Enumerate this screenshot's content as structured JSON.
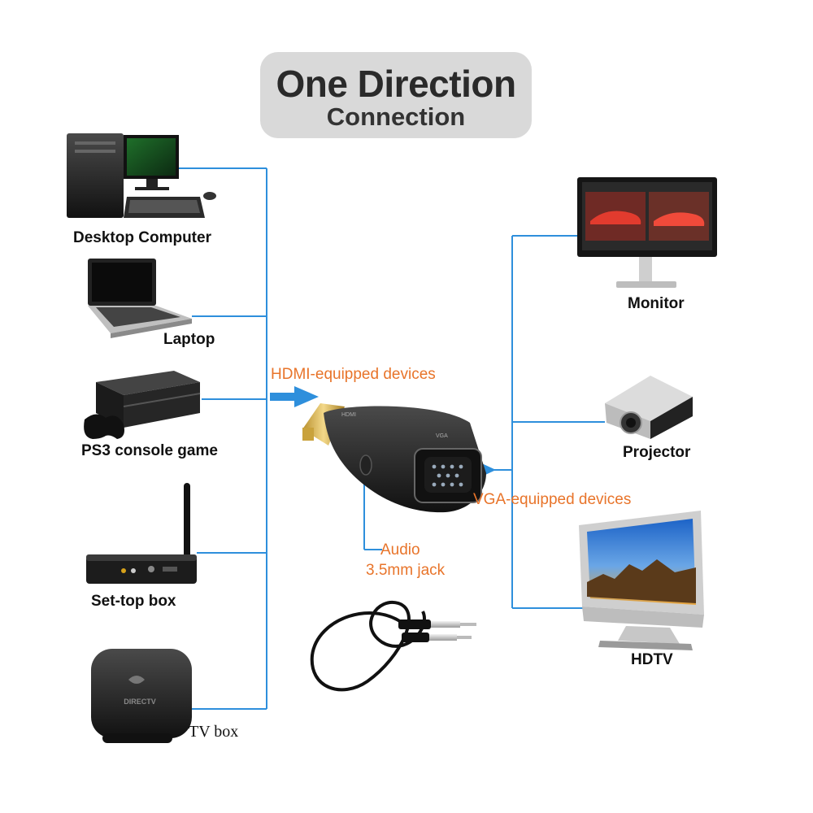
{
  "title": {
    "main": "One Direction",
    "sub": "Connection"
  },
  "sources": [
    {
      "id": "desktop",
      "label": "Desktop Computer",
      "icon": "desktop-computer-icon"
    },
    {
      "id": "laptop",
      "label": "Laptop",
      "icon": "laptop-icon"
    },
    {
      "id": "ps3",
      "label": "PS3 console game",
      "icon": "game-console-icon"
    },
    {
      "id": "stb",
      "label": "Set-top box",
      "icon": "set-top-box-icon"
    },
    {
      "id": "tvbox",
      "label": "TV box",
      "icon": "tv-box-icon"
    }
  ],
  "outputs": [
    {
      "id": "monitor",
      "label": "Monitor",
      "icon": "monitor-icon"
    },
    {
      "id": "projector",
      "label": "Projector",
      "icon": "projector-icon"
    },
    {
      "id": "hdtv",
      "label": "HDTV",
      "icon": "hdtv-icon"
    }
  ],
  "hdmi_label": "HDMI-equipped devices",
  "vga_label": "VGA-equipped devices",
  "audio_label": {
    "line1": "Audio",
    "line2": "3.5mm jack"
  },
  "adapter": {
    "port_hdmi": "HDMI",
    "port_vga": "VGA"
  },
  "tvbox_brand": "DIRECTV",
  "colors": {
    "line": "#2e8fdc",
    "accent": "#e8742a",
    "text": "#111111",
    "title_bg": "#d9d9d9"
  }
}
